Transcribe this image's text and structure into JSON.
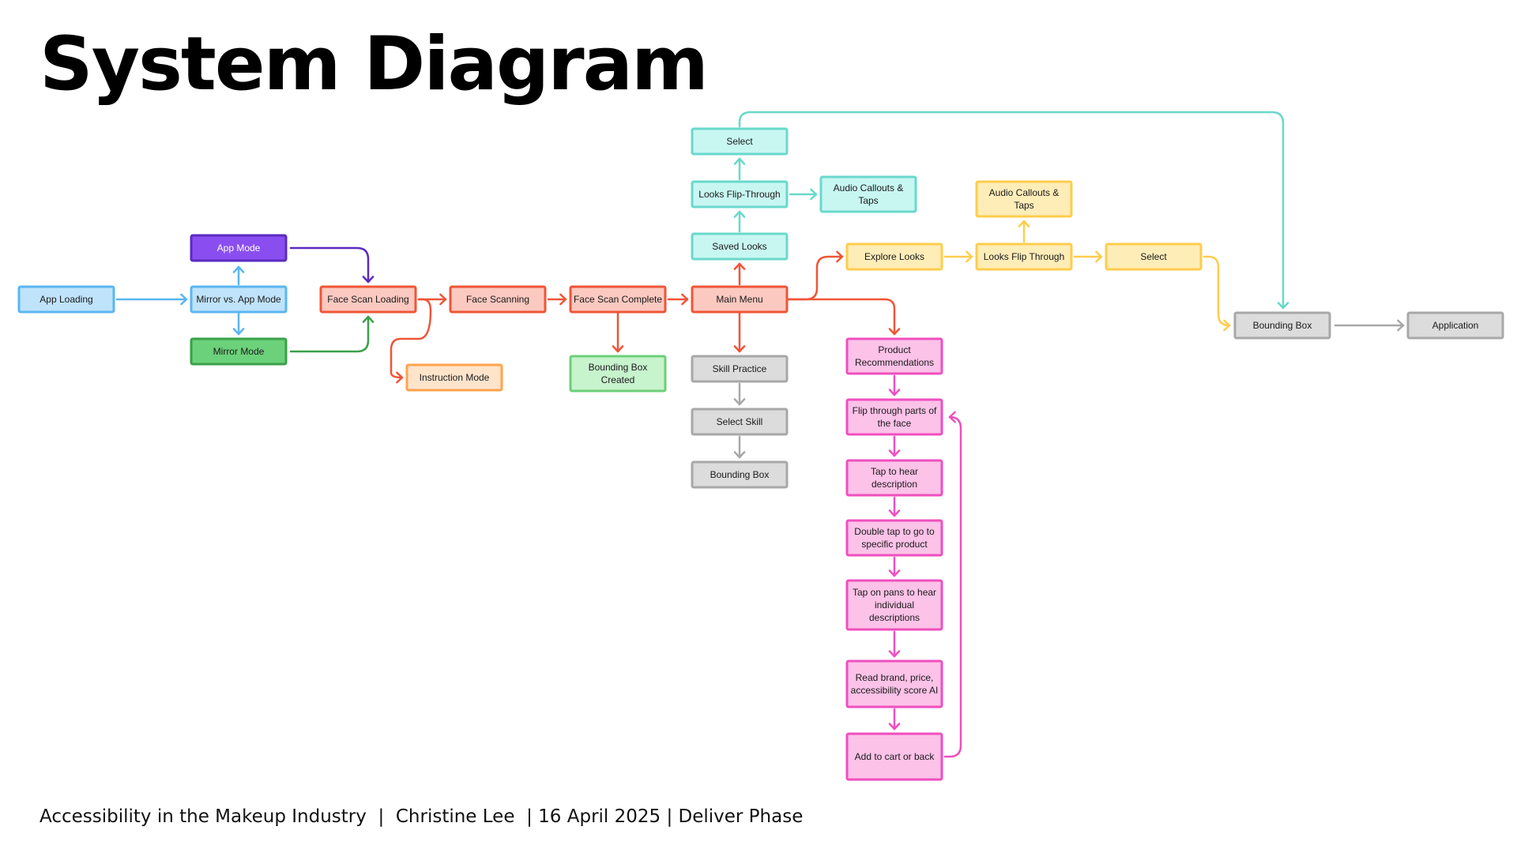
{
  "title": "System Diagram",
  "footer": "Accessibility in the Makeup Industry  |  Christine Lee  | 16 April 2025 | Deliver Phase",
  "colors": {
    "blue": "#5ab6f2",
    "purple": "#5a2bc0",
    "green": "#3aa04a",
    "red": "#ef5537",
    "teal": "#6ad8cc",
    "yellow": "#ffcd4b",
    "gray": "#a8a8a8",
    "pink": "#ef4fc0"
  },
  "nodes": {
    "app_loading": {
      "label": [
        "App Loading"
      ]
    },
    "app_mode": {
      "label": [
        "App Mode"
      ]
    },
    "mirror_vs_app": {
      "label": [
        "Mirror vs. App Mode"
      ]
    },
    "mirror_mode": {
      "label": [
        "Mirror Mode"
      ]
    },
    "face_scan_loading": {
      "label": [
        "Face Scan Loading"
      ]
    },
    "instruction_mode": {
      "label": [
        "Instruction Mode"
      ]
    },
    "face_scanning": {
      "label": [
        "Face Scanning"
      ]
    },
    "face_scan_complete": {
      "label": [
        "Face Scan Complete"
      ]
    },
    "bounding_box_created": {
      "label": [
        "Bounding Box",
        "Created"
      ]
    },
    "main_menu": {
      "label": [
        "Main Menu"
      ]
    },
    "saved_looks": {
      "label": [
        "Saved Looks"
      ]
    },
    "looks_flip_through_teal": {
      "label": [
        "Looks Flip-Through"
      ]
    },
    "select_teal": {
      "label": [
        "Select"
      ]
    },
    "audio_callouts_teal": {
      "label": [
        "Audio Callouts &",
        "Taps"
      ]
    },
    "skill_practice": {
      "label": [
        "Skill Practice"
      ]
    },
    "select_skill": {
      "label": [
        "Select Skill"
      ]
    },
    "bounding_box_gray": {
      "label": [
        "Bounding Box"
      ]
    },
    "explore_looks": {
      "label": [
        "Explore Looks"
      ]
    },
    "looks_flip_through_yellow": {
      "label": [
        "Looks Flip Through"
      ]
    },
    "audio_callouts_yellow": {
      "label": [
        "Audio Callouts &",
        "Taps"
      ]
    },
    "select_yellow": {
      "label": [
        "Select"
      ]
    },
    "bounding_box_final": {
      "label": [
        "Bounding Box"
      ]
    },
    "application": {
      "label": [
        "Application"
      ]
    },
    "product_recommendations": {
      "label": [
        "Product",
        "Recommendations"
      ]
    },
    "flip_parts": {
      "label": [
        "Flip through parts of",
        "the face"
      ]
    },
    "tap_hear": {
      "label": [
        "Tap to hear",
        "description"
      ]
    },
    "double_tap": {
      "label": [
        "Double tap to go to",
        "specific product"
      ]
    },
    "tap_pans": {
      "label": [
        "Tap on pans to hear",
        "individual",
        "descriptions"
      ]
    },
    "read_brand": {
      "label": [
        "Read brand, price,",
        "accessibility score AI"
      ]
    },
    "add_to_cart": {
      "label": [
        "Add to cart or back"
      ]
    }
  }
}
